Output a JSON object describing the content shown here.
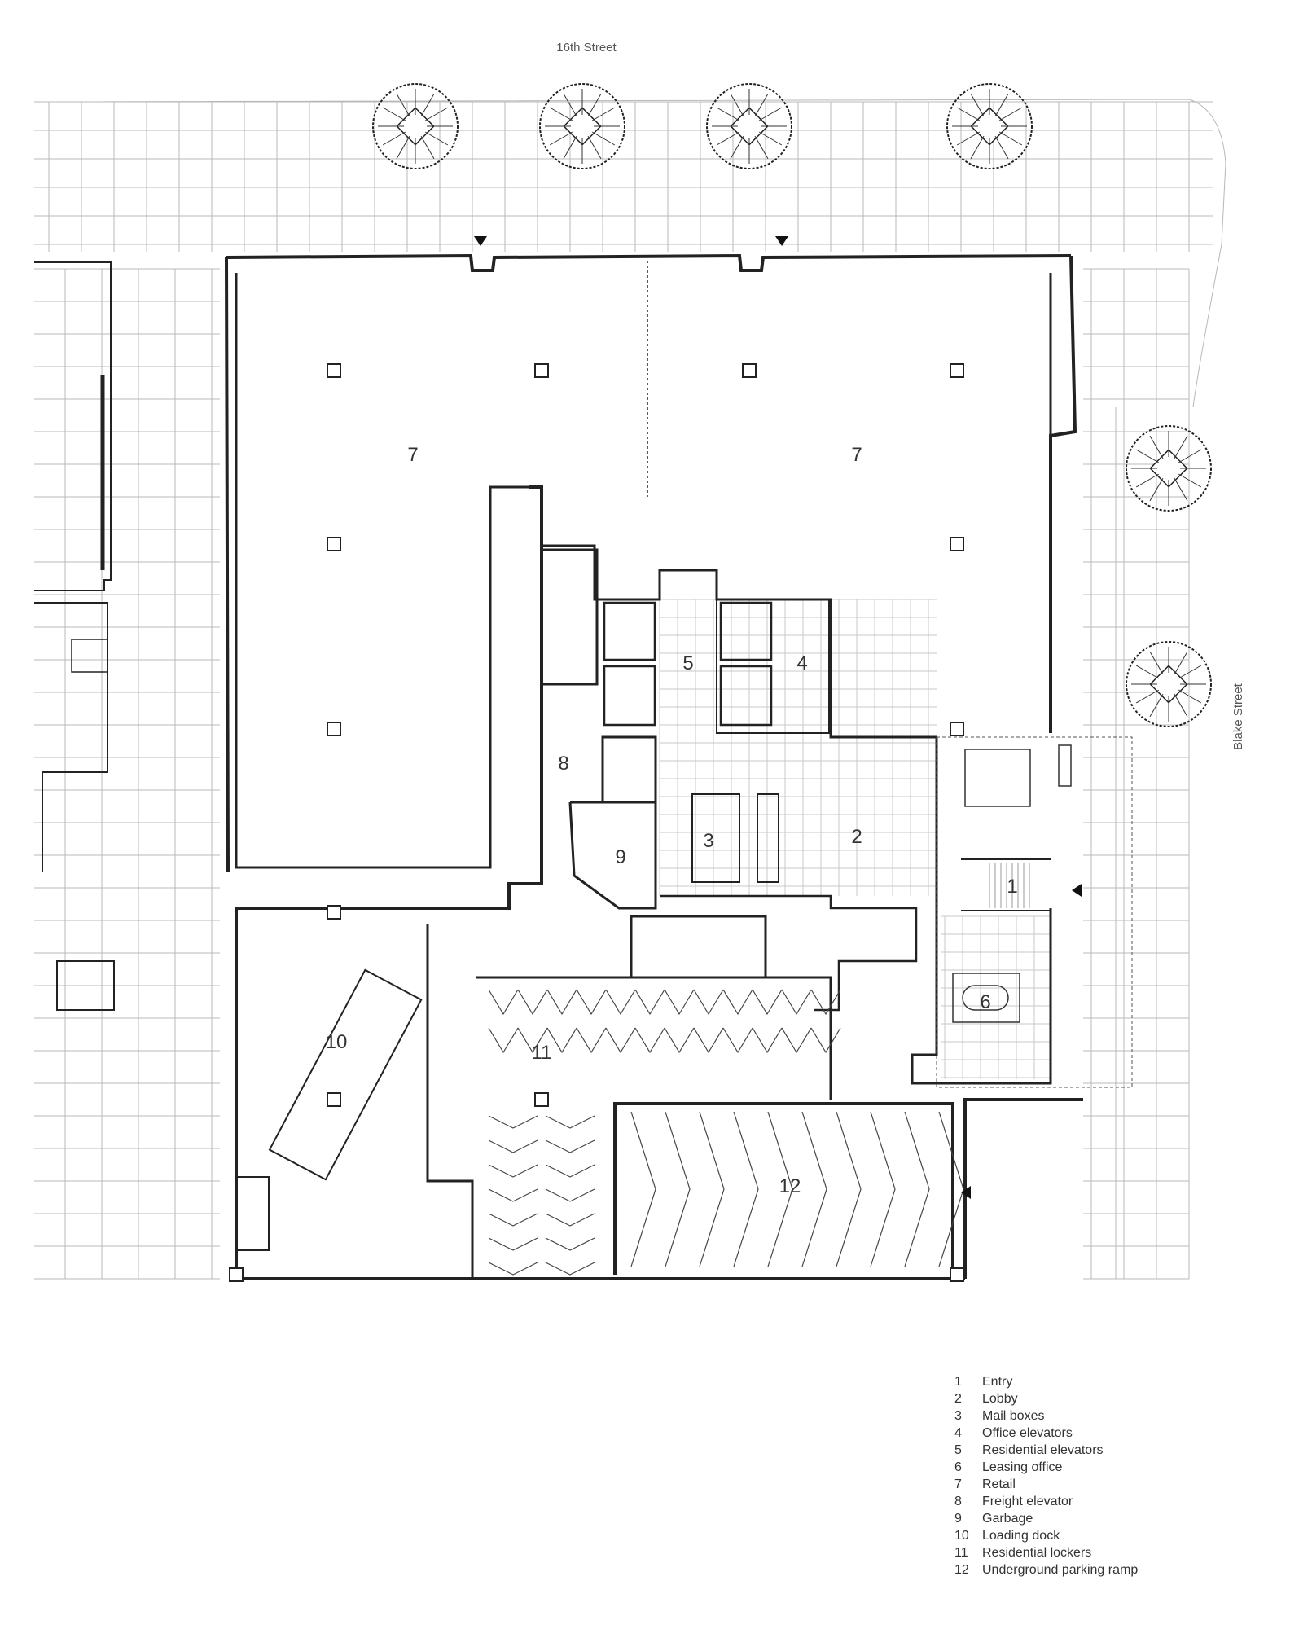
{
  "streets": {
    "north": "16th Street",
    "east": "Blake Street"
  },
  "room_labels": [
    {
      "id": "r1",
      "text": "1"
    },
    {
      "id": "r2",
      "text": "2"
    },
    {
      "id": "r3",
      "text": "3"
    },
    {
      "id": "r4",
      "text": "4"
    },
    {
      "id": "r5",
      "text": "5"
    },
    {
      "id": "r6",
      "text": "6"
    },
    {
      "id": "r7a",
      "text": "7"
    },
    {
      "id": "r7b",
      "text": "7"
    },
    {
      "id": "r8",
      "text": "8"
    },
    {
      "id": "r9",
      "text": "9"
    },
    {
      "id": "r10",
      "text": "10"
    },
    {
      "id": "r11",
      "text": "11"
    },
    {
      "id": "r12",
      "text": "12"
    }
  ],
  "legend": [
    {
      "num": "1",
      "label": "Entry"
    },
    {
      "num": "2",
      "label": "Lobby"
    },
    {
      "num": "3",
      "label": "Mail boxes"
    },
    {
      "num": "4",
      "label": "Office elevators"
    },
    {
      "num": "5",
      "label": "Residential elevators"
    },
    {
      "num": "6",
      "label": "Leasing office"
    },
    {
      "num": "7",
      "label": "Retail"
    },
    {
      "num": "8",
      "label": "Freight elevator"
    },
    {
      "num": "9",
      "label": "Garbage"
    },
    {
      "num": "10",
      "label": "Loading dock"
    },
    {
      "num": "11",
      "label": "Residential lockers"
    },
    {
      "num": "12",
      "label": "Underground parking ramp"
    }
  ],
  "colors": {
    "wall": "#222222",
    "paving_grid": "#b8b8b8",
    "tile_grid": "#c4c4c4",
    "text": "#333333"
  }
}
